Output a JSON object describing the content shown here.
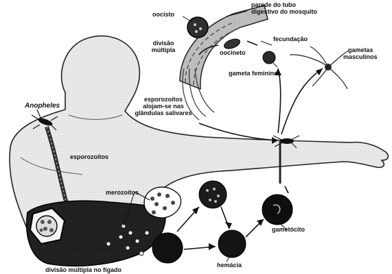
{
  "labels": {
    "oocisto": "oocisto",
    "parede_line1": "parede do tubo",
    "parede_line2": "digestivo do mosquito",
    "divisao_line1": "divisão",
    "divisao_line2": "múltipla",
    "oocineto": "oocineto",
    "fecundacao": "fecundação",
    "gametas_line1": "gametas",
    "gametas_line2": "masculinos",
    "gameta_feminino": "gameta feminino",
    "esporo_line1": "esporozoítos",
    "esporo_line2": "alojam-se nas",
    "esporo_line3": "glândulas salivares",
    "anopheles": "Anopheles",
    "esporozoitos": "esporozoítos",
    "merozoitos": "merozoítos",
    "gametocito": "gametócito",
    "hemacia": "hemácia",
    "divisao_figado": "divisão múltipla no fígado"
  }
}
